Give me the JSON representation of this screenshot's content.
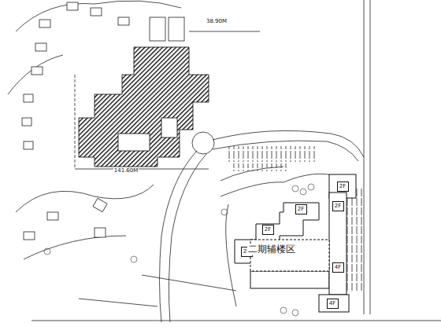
{
  "diagram": {
    "nodes": [
      {
        "text": [
          "2F"
        ]
      },
      {
        "text": [
          "2F"
        ]
      },
      {
        "text": [
          "2F"
        ]
      },
      {
        "text": [
          "2F"
        ]
      },
      {
        "text": [
          "2F"
        ]
      },
      {
        "text": [
          "4F"
        ]
      },
      {
        "text": [
          "4F"
        ]
      }
    ],
    "labels": [
      "二期辅楼区",
      "38.90M",
      "141.60M"
    ]
  }
}
